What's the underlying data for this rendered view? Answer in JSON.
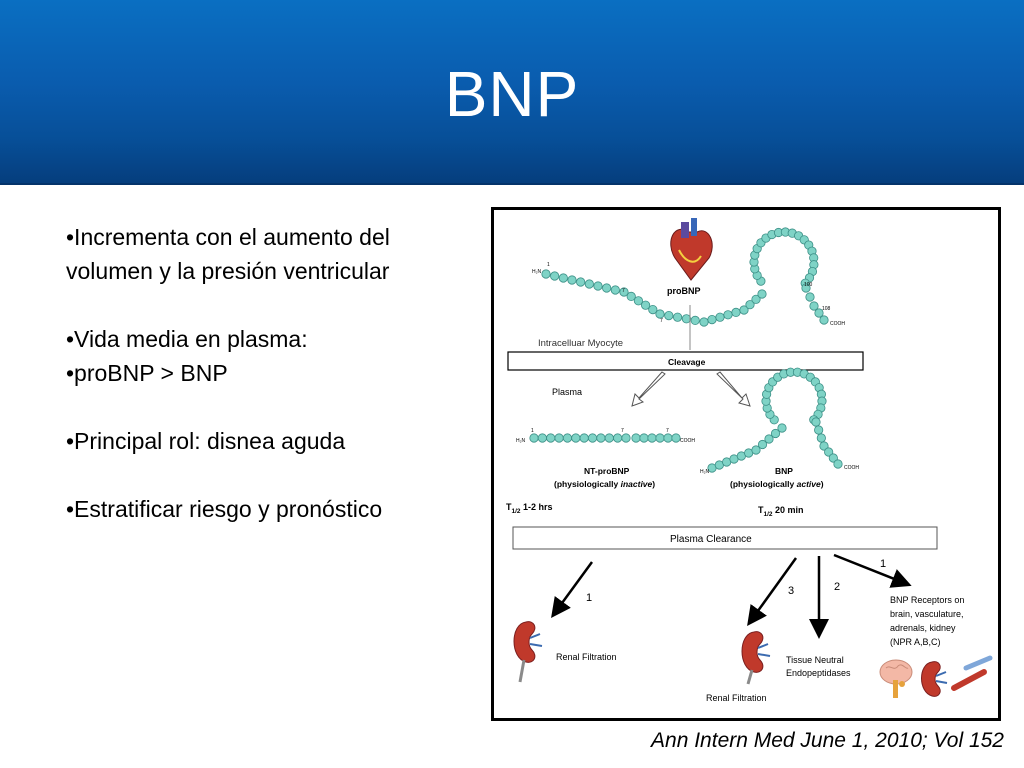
{
  "slide": {
    "title": "BNP",
    "bullets": [
      "•Incrementa con el aumento del volumen y la presión ventricular",
      "•Vida media en plasma:",
      "•proBNP > BNP",
      "•Principal rol: disnea aguda",
      "•Estratificar riesgo y pronóstico"
    ],
    "citation": "Ann Intern Med June 1, 2010; Vol 152"
  },
  "figure": {
    "probnp_label": "proBNP",
    "intracellular_label": "Intracelluar Myocyte",
    "cleavage_label": "Cleavage",
    "plasma_label": "Plasma",
    "ntprobnp_label": "NT-proBNP",
    "ntprobnp_sub_a": "(physiologically ",
    "ntprobnp_sub_b": "inactive",
    "ntprobnp_sub_c": ")",
    "bnp_label": "BNP",
    "bnp_sub_a": "(physiologically ",
    "bnp_sub_b": "active",
    "bnp_sub_c": ")",
    "half_life_nt_a": "T",
    "half_life_nt_b": "1/2",
    "half_life_nt_c": " 1-2 hrs",
    "half_life_bnp_a": "T",
    "half_life_bnp_b": "1/2",
    "half_life_bnp_c": " 20 min",
    "plasma_clearance_label": "Plasma  Clearance",
    "arrow_1_left": "1",
    "arrow_3": "3",
    "arrow_2": "2",
    "arrow_1_right": "1",
    "renal_filtration_1": "Renal Filtration",
    "renal_filtration_2": "Renal Filtration",
    "tissue_line1": "Tissue Neutral",
    "tissue_line2": "Endopeptidases",
    "receptors_line1": "BNP Receptors on",
    "receptors_line2": "brain, vasculature,",
    "receptors_line3": "adrenals, kidney",
    "receptors_line4": "(NPR A,B,C)",
    "seq_num_1": "1",
    "seq_num_7a": "7",
    "seq_num_7b": "7",
    "seq_num_100": "100",
    "seq_num_108": "108",
    "h2n": "H₂N",
    "cooh": "COOH",
    "nt_seq_1": "1",
    "nt_seq_7a": "7",
    "nt_seq_7b": "7"
  },
  "colors": {
    "header_top": "#0a6fc2",
    "header_bottom": "#053d7c",
    "bead_fill": "#7fd3c6",
    "bead_stroke": "#3b8f86",
    "kidney": "#c0392b"
  }
}
